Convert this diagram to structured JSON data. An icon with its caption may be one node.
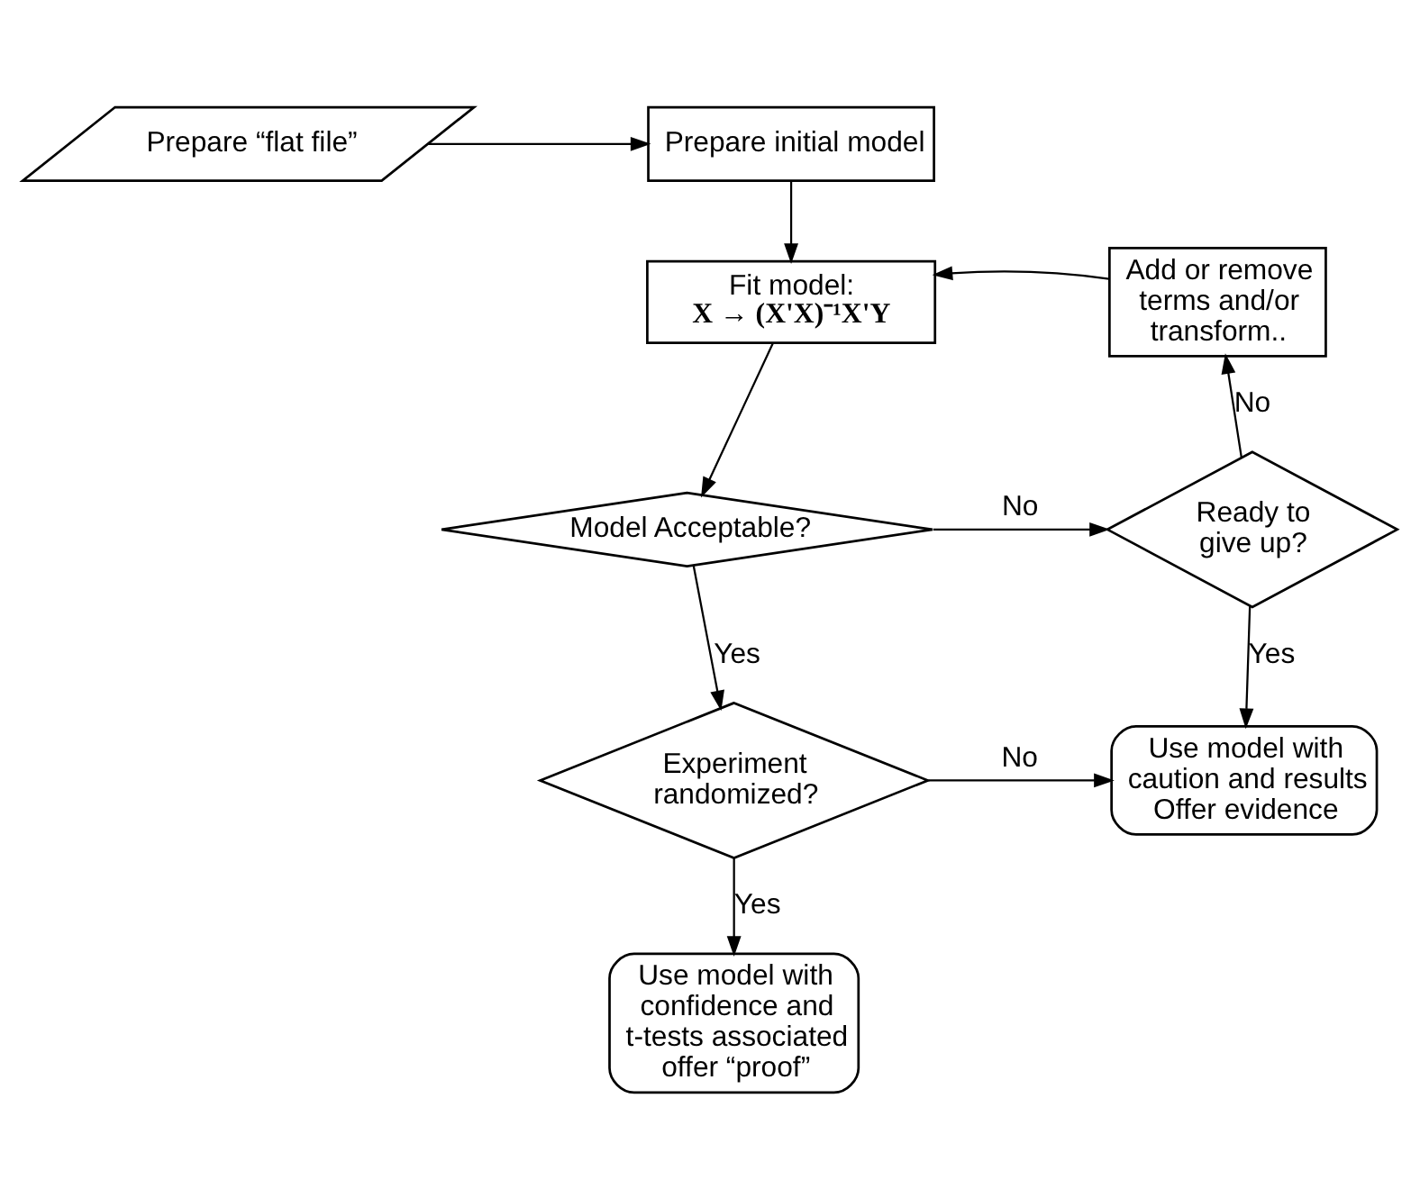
{
  "diagram": {
    "nodes": [
      {
        "text": [
          "Prepare “flat file”"
        ]
      },
      {
        "text": [
          "Prepare initial model"
        ]
      },
      {
        "text": [
          "Fit model:",
          "X → (X'X)⁻¹X'Y"
        ]
      },
      {
        "text": [
          "Add or remove terms and/or transform.."
        ]
      },
      {
        "text": [
          "Model Acceptable?"
        ]
      },
      {
        "text": [
          "Ready to give up?"
        ]
      },
      {
        "text": [
          "Experiment randomized?"
        ]
      },
      {
        "text": [
          "Use model with caution and results Offer evidence"
        ]
      },
      {
        "text": [
          "Use model with confidence and t-tests associated offer “proof”"
        ]
      }
    ],
    "edges": [
      {
        "from": 0,
        "to": 1,
        "arrow": "to"
      },
      {
        "from": 1,
        "to": 2,
        "arrow": "to"
      },
      {
        "from": 3,
        "to": 2,
        "arrow": "to"
      },
      {
        "from": 5,
        "to": 3,
        "arrow": "to",
        "label": "No"
      },
      {
        "from": 2,
        "to": 4,
        "arrow": "to"
      },
      {
        "from": 4,
        "to": 5,
        "arrow": "to",
        "label": "No"
      },
      {
        "from": 4,
        "to": 6,
        "arrow": "to",
        "label": "Yes"
      },
      {
        "from": 5,
        "to": 7,
        "arrow": "to",
        "label": "Yes"
      },
      {
        "from": 6,
        "to": 7,
        "arrow": "to",
        "label": "No"
      },
      {
        "from": 6,
        "to": 8,
        "arrow": "to",
        "label": "Yes"
      }
    ]
  }
}
